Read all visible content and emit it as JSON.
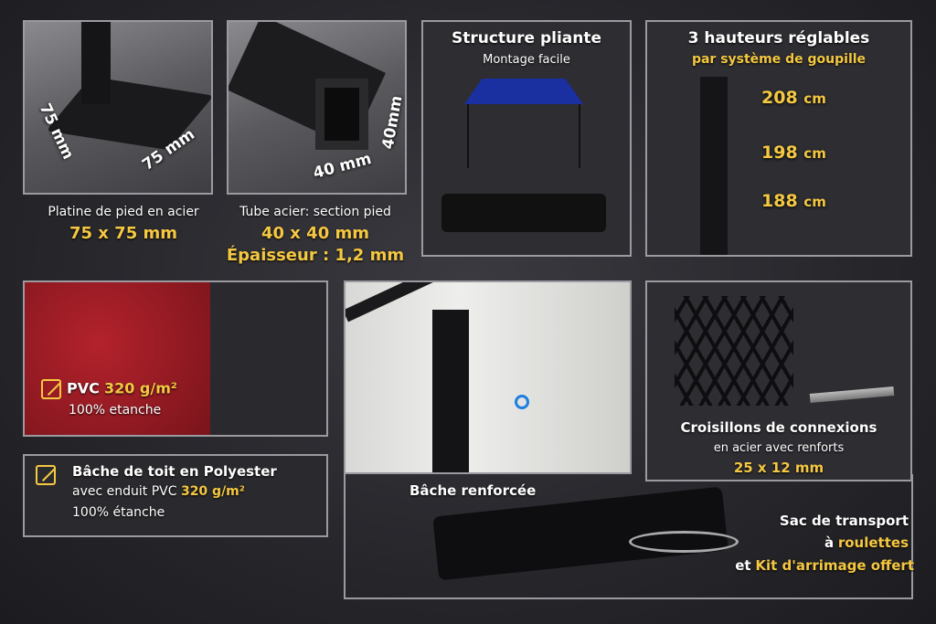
{
  "base_plate": {
    "dim_left": "75 mm",
    "dim_right": "75 mm",
    "caption": "Platine de pied en acier",
    "size": "75 x 75 mm"
  },
  "tube": {
    "dim_bottom": "40 mm",
    "dim_right": "40mm",
    "caption": "Tube acier: section pied",
    "size": "40 x 40 mm",
    "thickness": "Épaisseur : 1,2 mm"
  },
  "structure": {
    "title": "Structure pliante",
    "subtitle": "Montage facile"
  },
  "heights": {
    "title": "3 hauteurs réglables",
    "subtitle": "par système de goupille",
    "values": [
      {
        "num": "208",
        "unit": "cm"
      },
      {
        "num": "198",
        "unit": "cm"
      },
      {
        "num": "188",
        "unit": "cm"
      }
    ]
  },
  "pvc": {
    "prefix": "PVC",
    "weight": "320 g/m²",
    "line2": "100% etanche"
  },
  "roof": {
    "title": "Bâche de toit en Polyester",
    "line2_prefix": "avec enduit PVC",
    "weight": "320 g/m²",
    "line3": "100% étanche"
  },
  "reinforced": {
    "caption": "Bâche renforcée"
  },
  "crossbars": {
    "title": "Croisillons de connexions",
    "line2": "en acier avec renforts",
    "size": "25 x 12 mm"
  },
  "bag": {
    "line1": "Sac de transport",
    "line2_prefix": "à",
    "line2_hl": "roulettes",
    "line3_prefix": "et",
    "line3_hl": "Kit d'arrimage offert"
  },
  "colors": {
    "accent": "#f5c842",
    "canopy": "#1a2fa0",
    "pvc_red": "#8e1a22"
  }
}
